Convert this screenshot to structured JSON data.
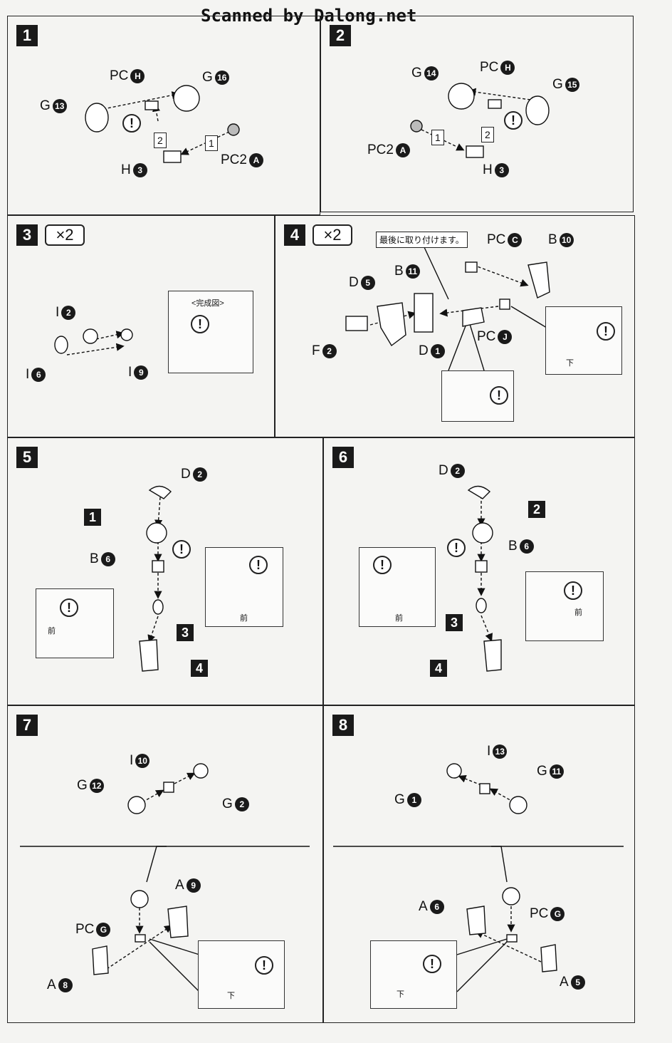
{
  "watermark": "Scanned by Dalong.net",
  "panels": [
    {
      "step": "1",
      "labels": [
        {
          "pre": "PC",
          "num": "H"
        },
        {
          "pre": "G",
          "num": "16"
        },
        {
          "pre": "G",
          "num": "13"
        },
        {
          "pre": "H",
          "num": "3"
        },
        {
          "pre": "PC2",
          "num": "A"
        }
      ],
      "sub": [
        "2",
        "1"
      ]
    },
    {
      "step": "2",
      "labels": [
        {
          "pre": "G",
          "num": "14"
        },
        {
          "pre": "PC",
          "num": "H"
        },
        {
          "pre": "G",
          "num": "15"
        },
        {
          "pre": "PC2",
          "num": "A"
        },
        {
          "pre": "H",
          "num": "3"
        }
      ],
      "sub": [
        "1",
        "2"
      ]
    },
    {
      "step": "3",
      "mult": "×2",
      "labels": [
        {
          "pre": "I",
          "num": "2"
        },
        {
          "pre": "I",
          "num": "6"
        },
        {
          "pre": "I",
          "num": "9"
        }
      ],
      "box_title": "<完成図>"
    },
    {
      "step": "4",
      "mult": "×2",
      "callout": "最後に取り付けます。",
      "labels": [
        {
          "pre": "PC",
          "num": "C"
        },
        {
          "pre": "B",
          "num": "10"
        },
        {
          "pre": "D",
          "num": "5"
        },
        {
          "pre": "B",
          "num": "11"
        },
        {
          "pre": "PC",
          "num": "J"
        },
        {
          "pre": "F",
          "num": "2"
        },
        {
          "pre": "D",
          "num": "1"
        }
      ],
      "note_down": "下"
    },
    {
      "step": "5",
      "labels": [
        {
          "pre": "D",
          "num": "2"
        },
        {
          "pre": "B",
          "num": "6"
        }
      ],
      "refs": [
        "1",
        "3",
        "4"
      ],
      "note_front": "前"
    },
    {
      "step": "6",
      "labels": [
        {
          "pre": "D",
          "num": "2"
        },
        {
          "pre": "B",
          "num": "6"
        }
      ],
      "refs": [
        "2",
        "3",
        "4"
      ],
      "note_front": "前"
    },
    {
      "step": "7",
      "labels": [
        {
          "pre": "I",
          "num": "10"
        },
        {
          "pre": "G",
          "num": "12"
        },
        {
          "pre": "G",
          "num": "2"
        },
        {
          "pre": "A",
          "num": "9"
        },
        {
          "pre": "PC",
          "num": "G"
        },
        {
          "pre": "A",
          "num": "8"
        }
      ],
      "note_down": "下"
    },
    {
      "step": "8",
      "labels": [
        {
          "pre": "I",
          "num": "13"
        },
        {
          "pre": "G",
          "num": "11"
        },
        {
          "pre": "G",
          "num": "1"
        },
        {
          "pre": "A",
          "num": "6"
        },
        {
          "pre": "PC",
          "num": "G"
        },
        {
          "pre": "A",
          "num": "5"
        }
      ],
      "note_down": "下"
    }
  ]
}
